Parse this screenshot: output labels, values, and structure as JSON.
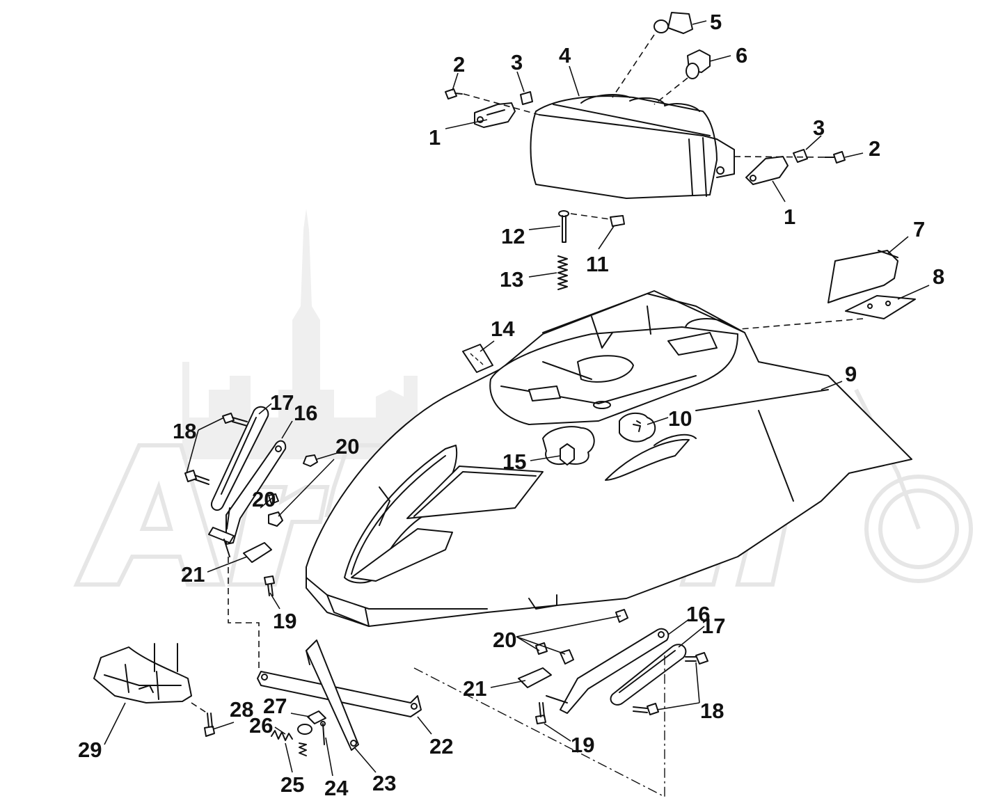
{
  "diagram": {
    "callouts": [
      {
        "id": "c1a",
        "label": "1"
      },
      {
        "id": "c1b",
        "label": "1"
      },
      {
        "id": "c2a",
        "label": "2"
      },
      {
        "id": "c2b",
        "label": "2"
      },
      {
        "id": "c3a",
        "label": "3"
      },
      {
        "id": "c3b",
        "label": "3"
      },
      {
        "id": "c4",
        "label": "4"
      },
      {
        "id": "c5",
        "label": "5"
      },
      {
        "id": "c6",
        "label": "6"
      },
      {
        "id": "c7",
        "label": "7"
      },
      {
        "id": "c8",
        "label": "8"
      },
      {
        "id": "c9",
        "label": "9"
      },
      {
        "id": "c10",
        "label": "10"
      },
      {
        "id": "c11",
        "label": "11"
      },
      {
        "id": "c12",
        "label": "12"
      },
      {
        "id": "c13",
        "label": "13"
      },
      {
        "id": "c14",
        "label": "14"
      },
      {
        "id": "c15",
        "label": "15"
      },
      {
        "id": "c16a",
        "label": "16"
      },
      {
        "id": "c16b",
        "label": "16"
      },
      {
        "id": "c17a",
        "label": "17"
      },
      {
        "id": "c17b",
        "label": "17"
      },
      {
        "id": "c18a",
        "label": "18"
      },
      {
        "id": "c18b",
        "label": "18"
      },
      {
        "id": "c19a",
        "label": "19"
      },
      {
        "id": "c19b",
        "label": "19"
      },
      {
        "id": "c20a",
        "label": "20"
      },
      {
        "id": "c20b",
        "label": "20"
      },
      {
        "id": "c20c",
        "label": "20"
      },
      {
        "id": "c21a",
        "label": "21"
      },
      {
        "id": "c21b",
        "label": "21"
      },
      {
        "id": "c22",
        "label": "22"
      },
      {
        "id": "c23",
        "label": "23"
      },
      {
        "id": "c24",
        "label": "24"
      },
      {
        "id": "c25",
        "label": "25"
      },
      {
        "id": "c26",
        "label": "26"
      },
      {
        "id": "c27",
        "label": "27"
      },
      {
        "id": "c28",
        "label": "28"
      },
      {
        "id": "c29",
        "label": "29"
      }
    ]
  },
  "watermark": {
    "text": "ArtMoto",
    "color": "#e6e6e6"
  },
  "colors": {
    "ink": "#111111",
    "background": "#ffffff"
  }
}
